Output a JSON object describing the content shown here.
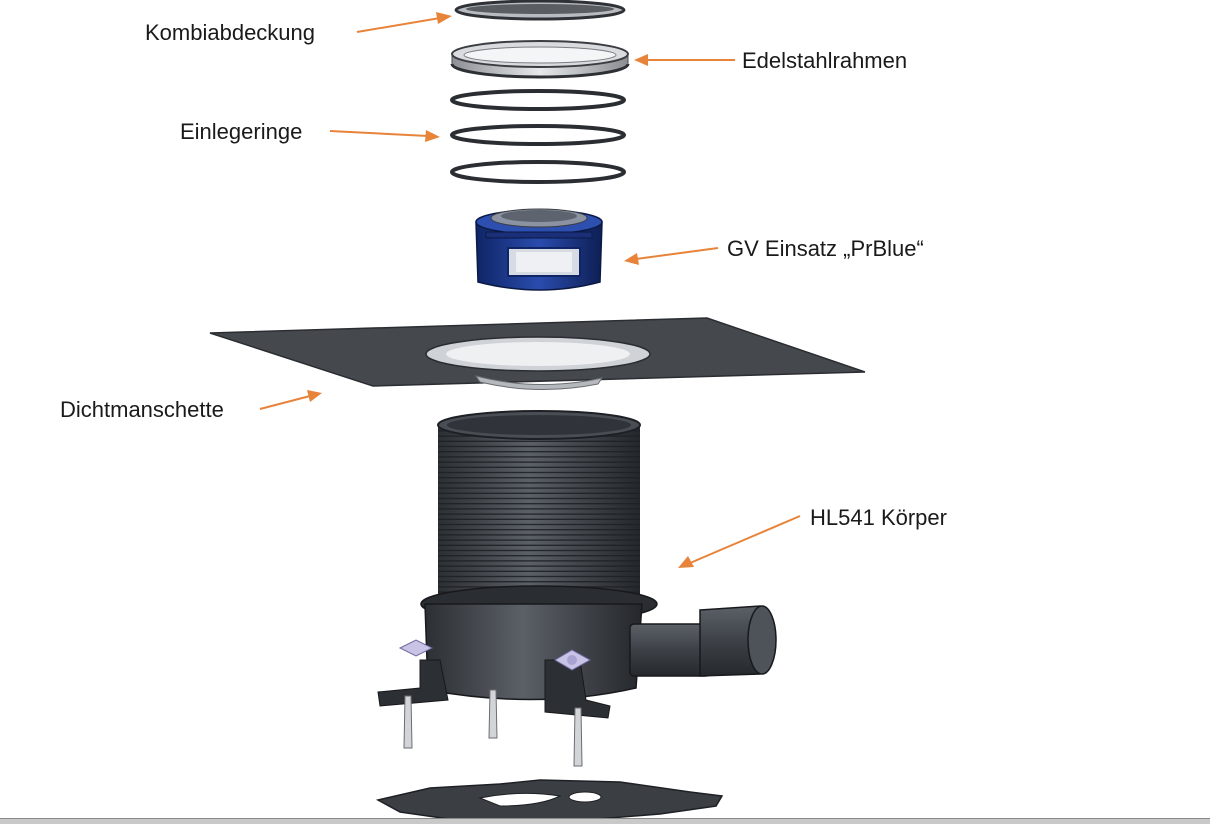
{
  "labels": {
    "kombiabdeckung": "Kombiabdeckung",
    "edelstahlrahmen": "Edelstahlrahmen",
    "einlegeringe": "Einlegeringe",
    "gv_einsatz": "GV Einsatz „PrBlue“",
    "dichtmanschette": "Dichtmanschette",
    "koerper": "HL541 Körper"
  },
  "colors": {
    "arrow": "#e8833a",
    "part_dark": "#3a3d42",
    "part_blue": "#1f3a8a",
    "steel": "#b9bcc0"
  }
}
